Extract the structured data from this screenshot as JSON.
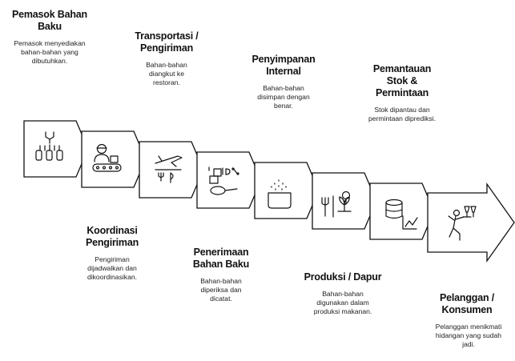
{
  "stages": [
    {
      "title": "Pemasok Bahan Baku",
      "desc": "Pemasok menyediakan bahan-bahan yang dibutuhkan.",
      "icon": "supply-bottles-icon"
    },
    {
      "title": "Koordinasi Pengiriman",
      "desc": "Pengiriman dijadwalkan dan dikoordinasikan.",
      "icon": "conveyor-worker-icon"
    },
    {
      "title": "Transportasi / Pengiriman",
      "desc": "Bahan-bahan diangkut ke restoran.",
      "icon": "airplane-utensils-icon"
    },
    {
      "title": "Penerimaan Bahan Baku",
      "desc": "Bahan-bahan diperiksa dan dicatat.",
      "icon": "boxes-scale-icon"
    },
    {
      "title": "Penyimpanan Internal",
      "desc": "Bahan-bahan disimpan dengan benar.",
      "icon": "storage-container-icon"
    },
    {
      "title": "Produksi / Dapur",
      "desc": "Bahan-bahan digunakan dalam produksi makanan.",
      "icon": "kitchen-utensils-icon"
    },
    {
      "title": "Pemantauan Stok & Permintaan",
      "desc": "Stok dipantau dan permintaan diprediksi.",
      "icon": "database-chart-icon"
    },
    {
      "title": "Pelanggan / Konsumen",
      "desc": "Pelanggan menikmati hidangan yang sudah jadi.",
      "icon": "customer-waiter-icon"
    }
  ]
}
